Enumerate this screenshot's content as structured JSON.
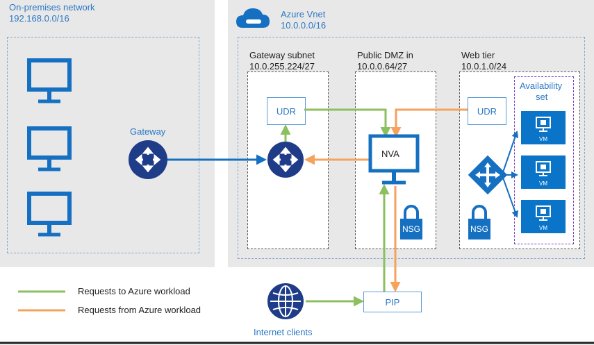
{
  "onprem": {
    "title": "On-premises network",
    "cidr": "192.168.0.0/16",
    "gateway_label": "Gateway"
  },
  "vnet": {
    "title": "Azure Vnet",
    "cidr": "10.0.0.0/16"
  },
  "subnets": {
    "gateway": {
      "title": "Gateway subnet",
      "cidr": "10.0.255.224/27",
      "udr": "UDR"
    },
    "dmz": {
      "title": "Public DMZ in",
      "cidr": "10.0.0.64/27",
      "nva": "NVA",
      "nsg": "NSG"
    },
    "web": {
      "title": "Web tier",
      "cidr": "10.0.1.0/24",
      "udr": "UDR",
      "nsg": "NSG"
    }
  },
  "availability_set": {
    "title_line1": "Availability",
    "title_line2": "set",
    "vm_label": "VM"
  },
  "pip": "PIP",
  "internet_clients": "Internet clients",
  "legend": {
    "requests_to": "Requests to Azure workload",
    "requests_from": "Requests from Azure workload"
  },
  "colors": {
    "green": "#8cbf5f",
    "orange": "#f5a25d",
    "blue": "#1570c2",
    "navy": "#1f3c88"
  },
  "icons": [
    "monitor-icon",
    "router-icon",
    "cloud-icon",
    "lock-icon",
    "globe-icon",
    "load-balancer-icon",
    "vm-icon"
  ]
}
